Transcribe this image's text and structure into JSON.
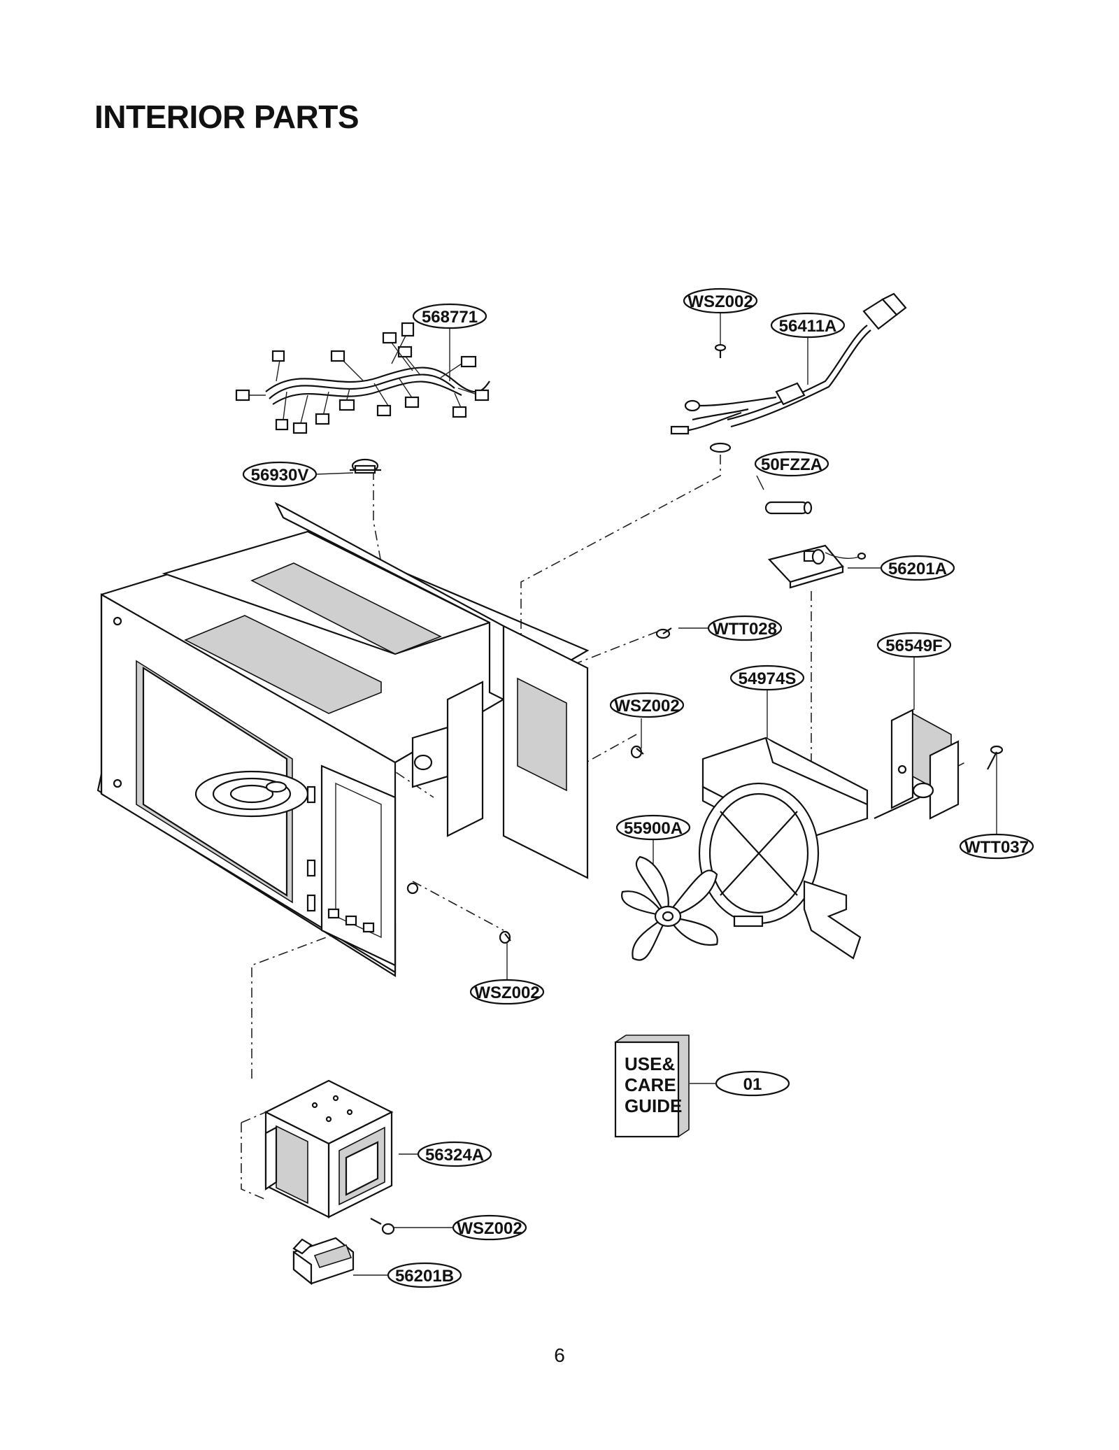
{
  "title": "INTERIOR PARTS",
  "page_number": "6",
  "callouts": [
    {
      "id": "c-568771",
      "label": "568771"
    },
    {
      "id": "c-wsz002-top",
      "label": "WSZ002"
    },
    {
      "id": "c-56411a",
      "label": "56411A"
    },
    {
      "id": "c-56930v",
      "label": "56930V"
    },
    {
      "id": "c-50fzza",
      "label": "50FZZA"
    },
    {
      "id": "c-56201a",
      "label": "56201A"
    },
    {
      "id": "c-wtt028",
      "label": "WTT028"
    },
    {
      "id": "c-56549f",
      "label": "56549F"
    },
    {
      "id": "c-54974s",
      "label": "54974S"
    },
    {
      "id": "c-wsz002-mid",
      "label": "WSZ002"
    },
    {
      "id": "c-55900a",
      "label": "55900A"
    },
    {
      "id": "c-wtt037",
      "label": "WTT037"
    },
    {
      "id": "c-wsz002-low",
      "label": "WSZ002"
    },
    {
      "id": "c-01",
      "label": "01"
    },
    {
      "id": "c-56324a",
      "label": "56324A"
    },
    {
      "id": "c-wsz002-bottom",
      "label": "WSZ002"
    },
    {
      "id": "c-56201b",
      "label": "56201B"
    }
  ],
  "guide_book": {
    "line1": "USE&",
    "line2": "CARE",
    "line3": "GUIDE"
  }
}
